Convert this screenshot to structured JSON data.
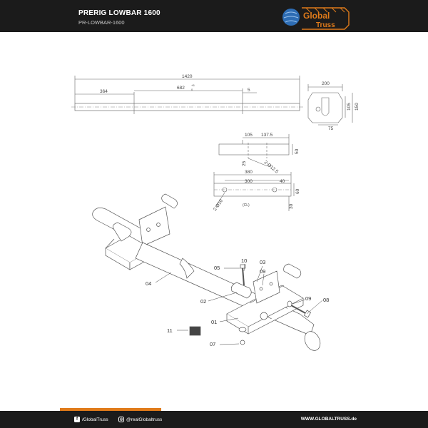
{
  "header": {
    "title": "PRERIG LOWBAR 1600",
    "subtitle": "PR-LOWBAR-1600",
    "logo_line1": "Global",
    "logo_line2": "Truss"
  },
  "drawing": {
    "top_view": {
      "dim_total": "1420",
      "dim_left": "364",
      "dim_mid": "682",
      "dim_mid_sub": "+5",
      "dim_mid_sub2": "0",
      "dim_right": "5"
    },
    "end_view": {
      "dim_width": "200",
      "dim_h1": "105",
      "dim_h2": "150",
      "dim_bottom": "75"
    },
    "plate_view": {
      "dim_a": "105",
      "dim_b": "137.5",
      "dim_height": "50",
      "dim_c": "25",
      "dim_hole": "2-Ø12.5"
    },
    "bar_view": {
      "dim_total": "380",
      "dim_a": "300",
      "dim_b": "40",
      "dim_height": "60",
      "dim_c": "30",
      "dim_hole": "2-Ø10",
      "note": "(CL)"
    },
    "callouts": [
      "01",
      "02",
      "03",
      "04",
      "05",
      "07",
      "08",
      "09",
      "09",
      "10",
      "11"
    ]
  },
  "footer": {
    "facebook": "/GlobalTruss",
    "instagram": "@realGlobaltruss",
    "website": "WWW.GLOBALTRUSS.de"
  },
  "colors": {
    "header_bg": "#1b1b1b",
    "accent": "#e07b1a",
    "logo_blue": "#2e6db4"
  }
}
